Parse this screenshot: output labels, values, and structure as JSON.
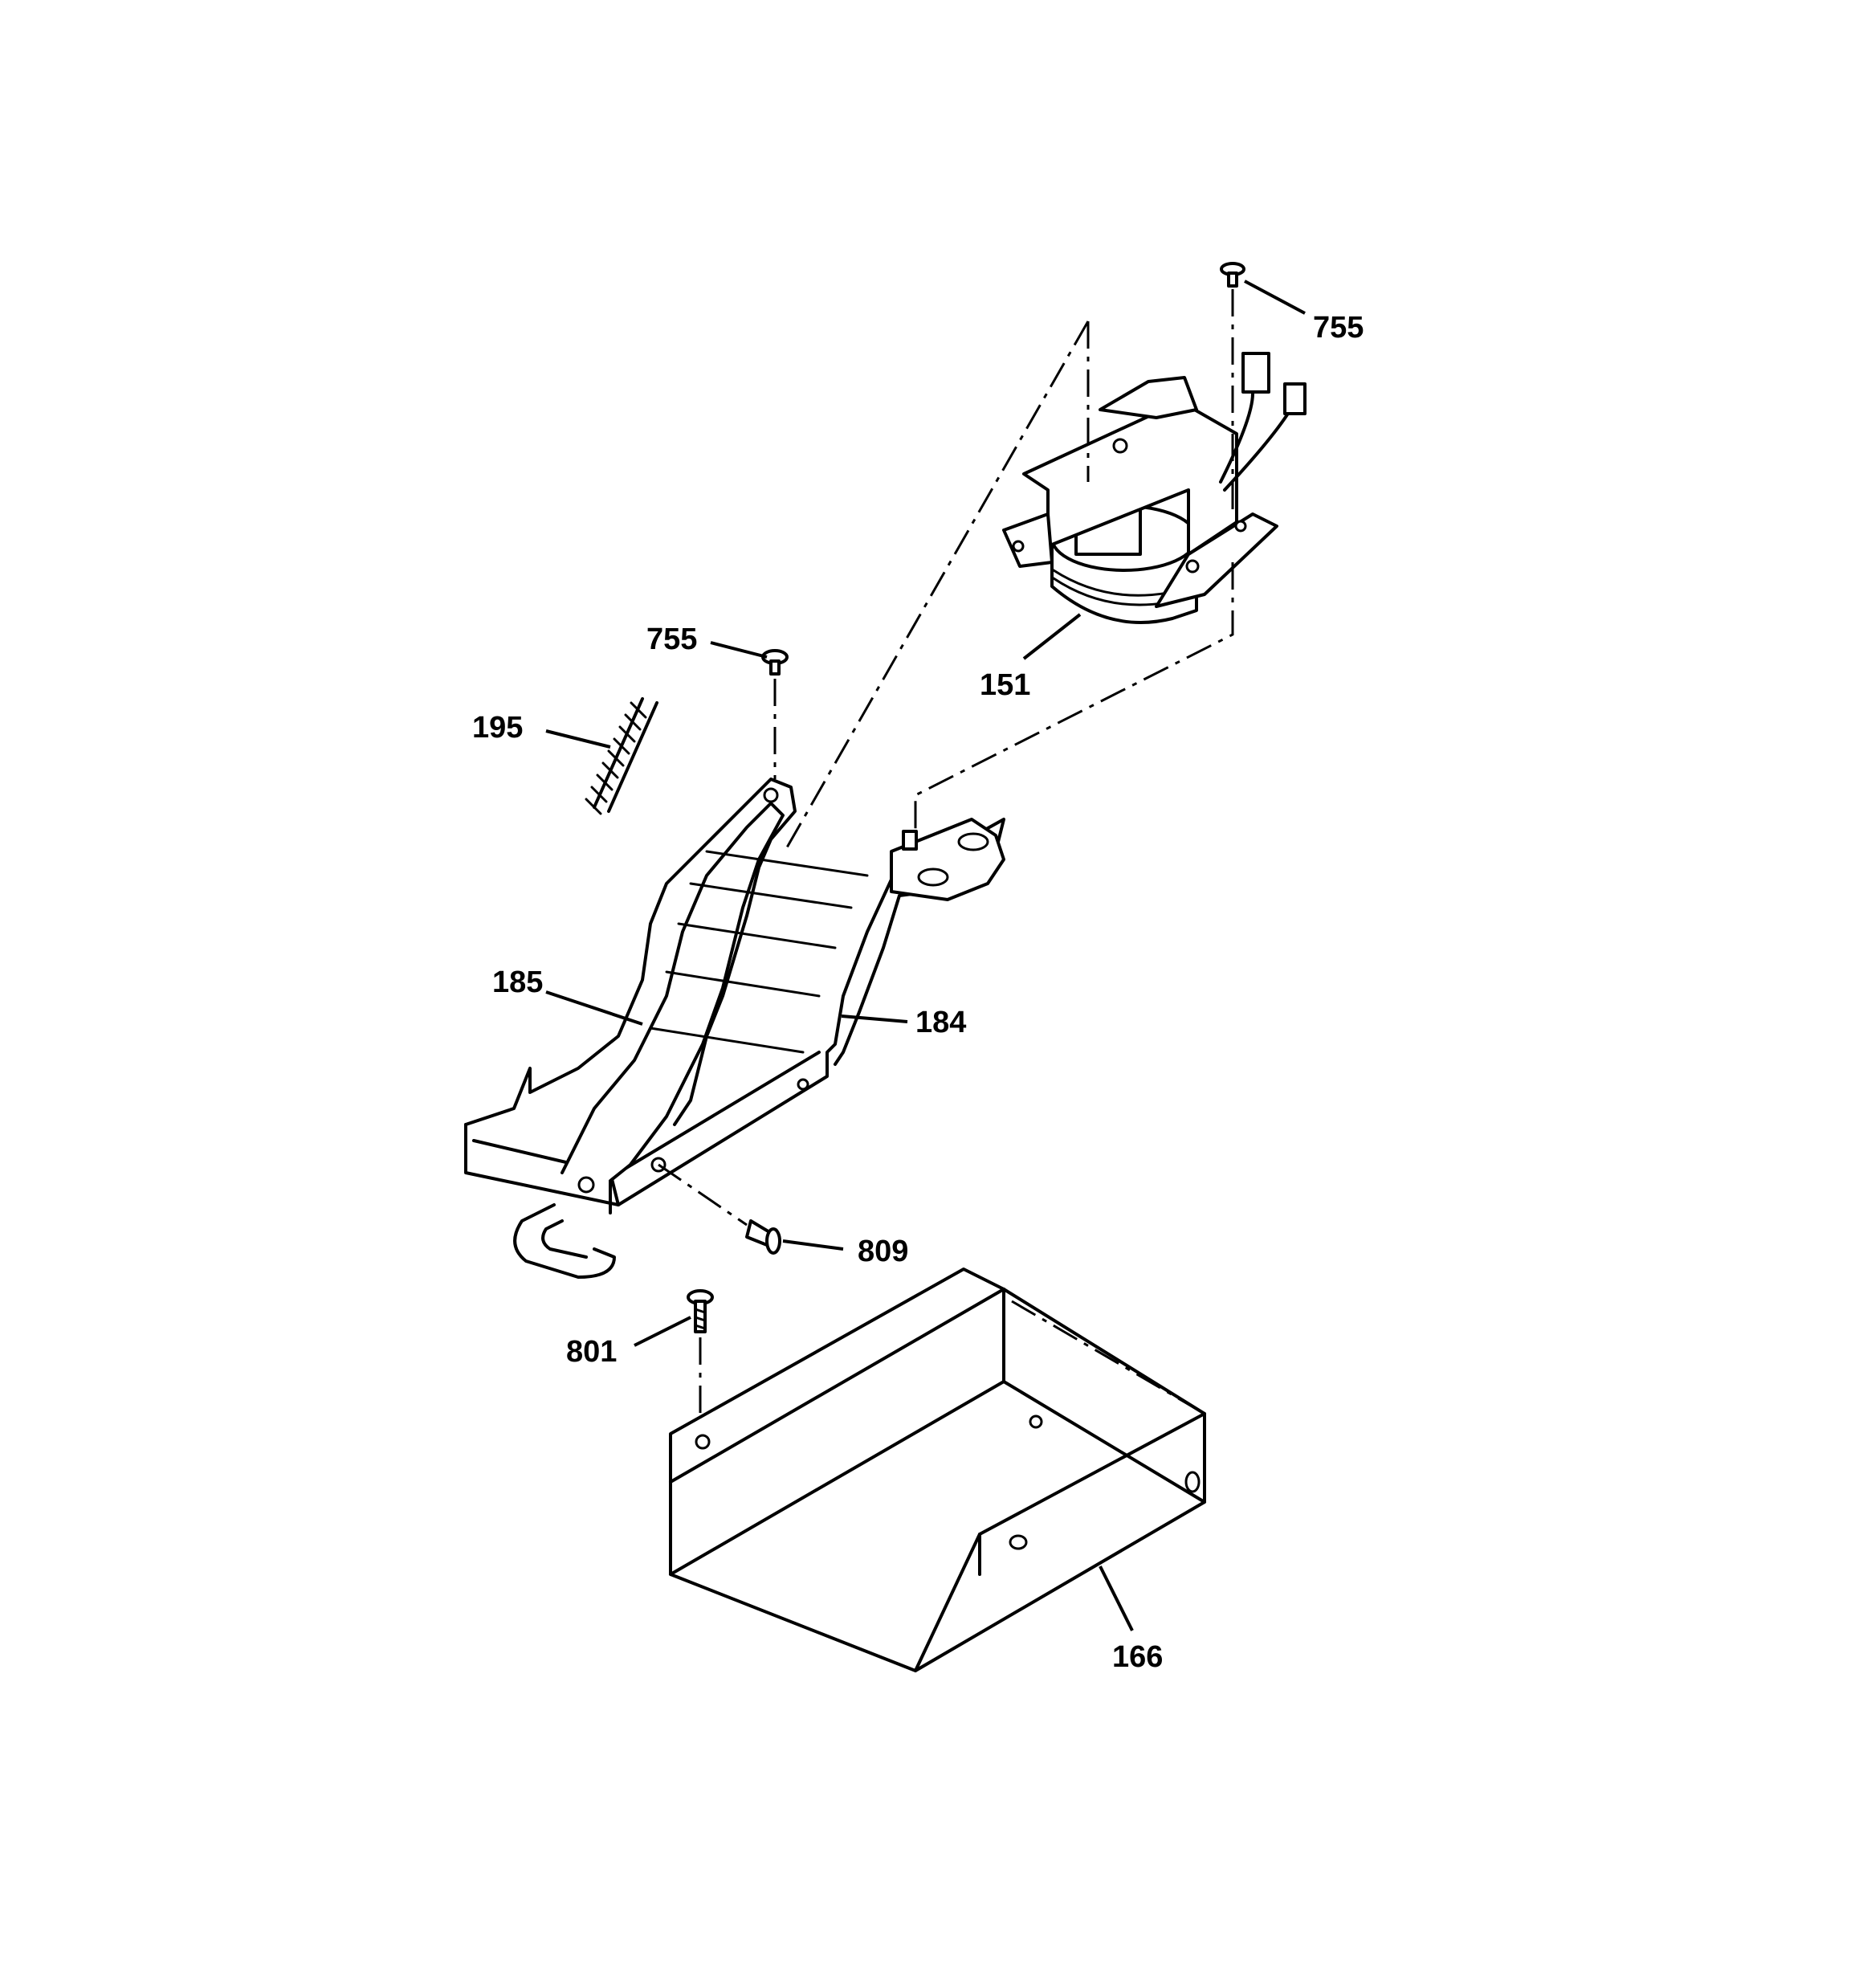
{
  "diagram": {
    "callouts": {
      "screw_top": "755",
      "motor": "151",
      "screw_bracket": "755",
      "spring": "195",
      "chute": "185",
      "bracket": "184",
      "screw_side": "809",
      "screw_tray": "801",
      "tray": "166"
    }
  }
}
